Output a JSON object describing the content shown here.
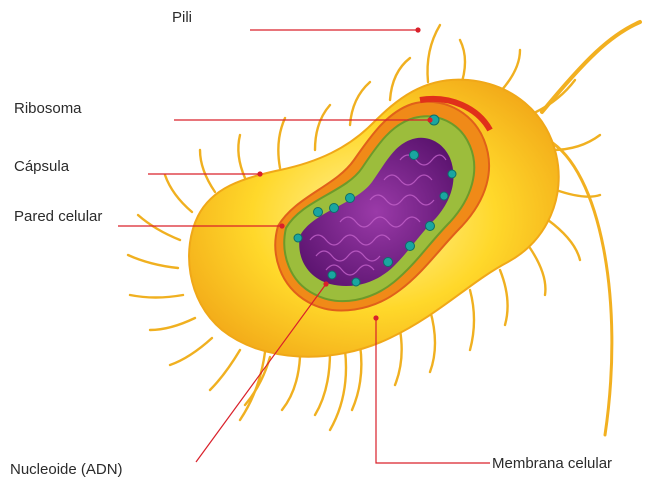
{
  "diagram": {
    "labels": {
      "pili": "Pili",
      "ribosoma": "Ribosoma",
      "capsula": "Cápsula",
      "pared_celular": "Pared celular",
      "nucleoide": "Nucleoide (ADN)",
      "membrana": "Membrana celular"
    },
    "colors": {
      "leader": "#d9202a",
      "capsule": "#ffd21f",
      "wall": "#f0a018",
      "cytoplasm": "#96b83a",
      "dna": "#7a1f8a",
      "ribosome": "#1aa6a0",
      "text": "#2b2b2b"
    }
  }
}
